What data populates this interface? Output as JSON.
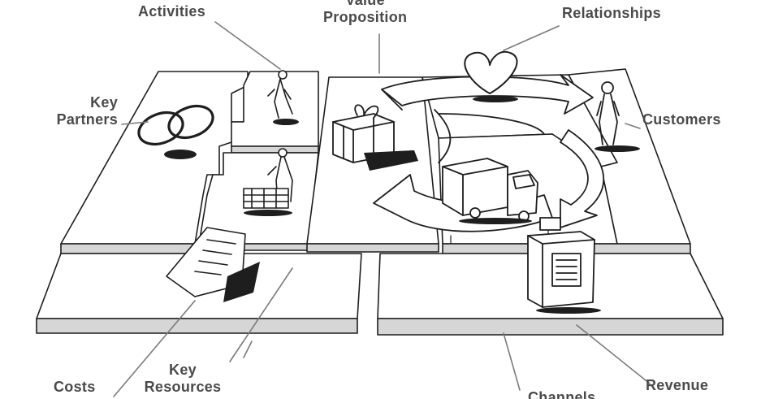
{
  "labels": {
    "key_activities": "Activities",
    "value_proposition_top": "Value",
    "value_proposition_bottom": "Proposition",
    "customer_relationships": "Relationships",
    "key_partners_top": "Key",
    "key_partners_bottom": "Partners",
    "customer_segments": "Customers",
    "cost_structure": "Costs",
    "key_resources_top": "Key",
    "key_resources_bottom": "Resources",
    "channels": "Channels",
    "revenue": "Revenue"
  },
  "colors": {
    "ink": "#1e1e1e",
    "label": "#4a4a4a",
    "board_edge": "#bdbdbd",
    "paper": "#ffffff",
    "shade": "#d6d6d6"
  },
  "icons": [
    "rings-icon",
    "worker-icon",
    "gift-box-icon",
    "heart-icon",
    "person-icon",
    "truck-icon",
    "cash-register-icon",
    "document-icon"
  ]
}
